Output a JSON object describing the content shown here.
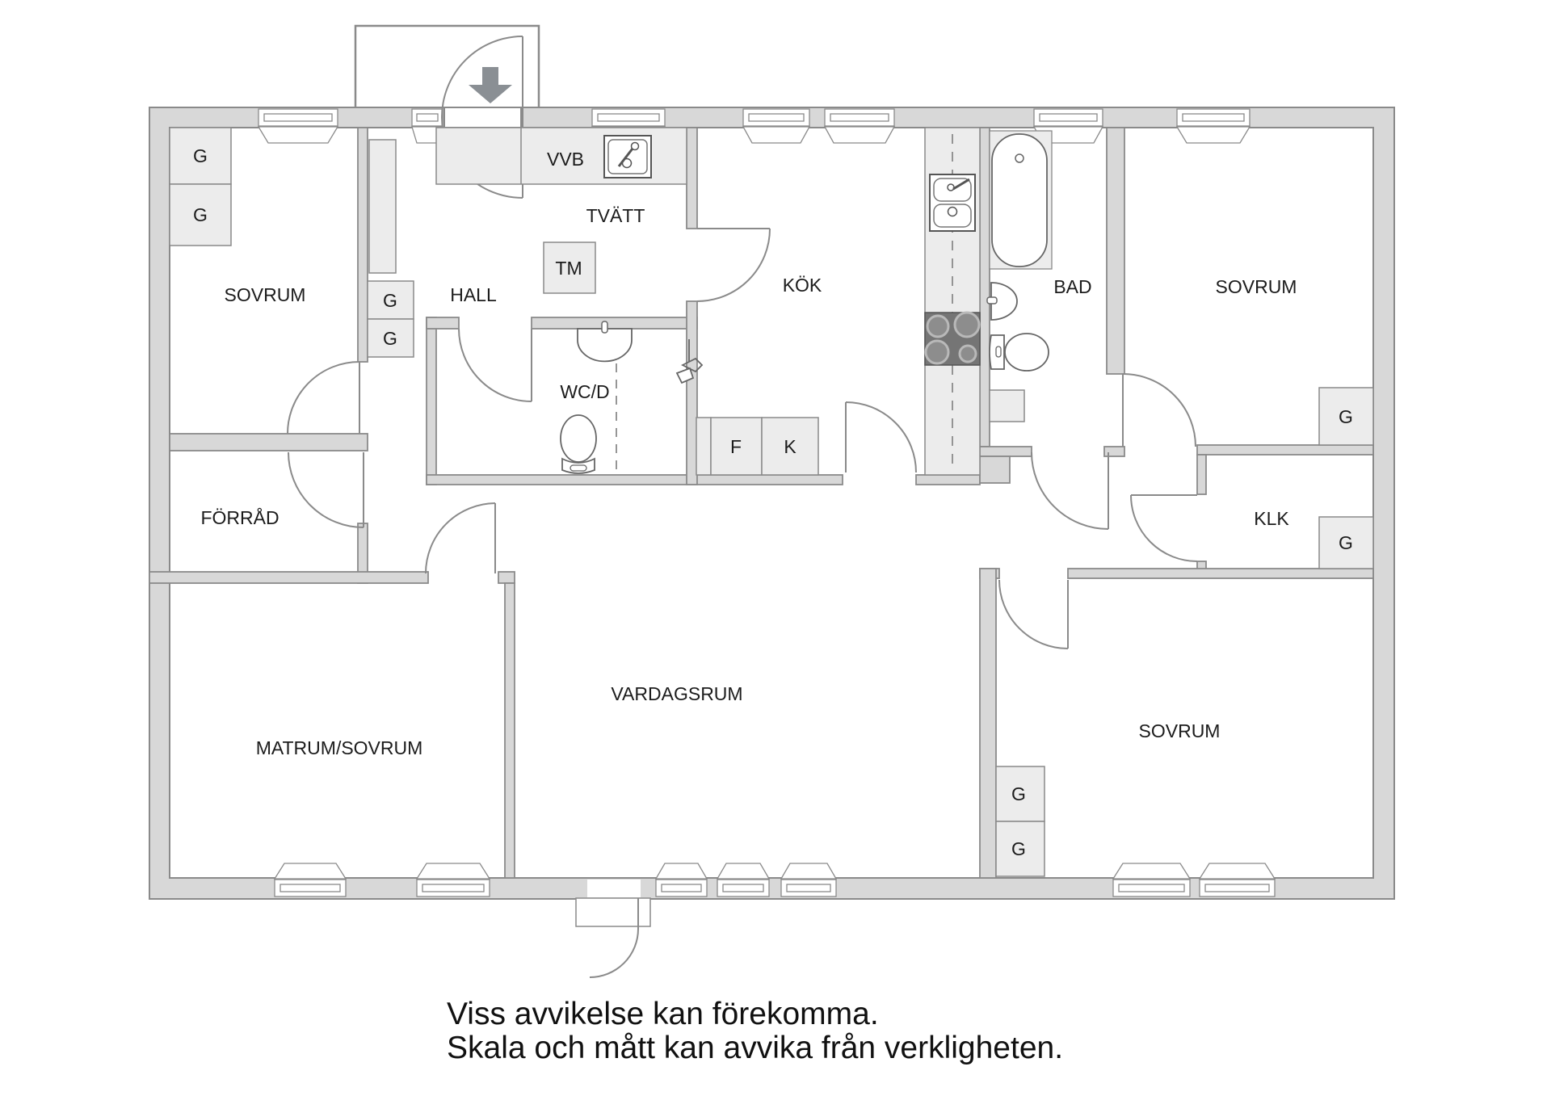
{
  "floorplan": {
    "rooms": {
      "sovrum_tl": {
        "label": "SOVRUM"
      },
      "hall": {
        "label": "HALL"
      },
      "tvatt": {
        "label": "TVÄTT"
      },
      "vvb": {
        "label": "VVB"
      },
      "wcd": {
        "label": "WC/D"
      },
      "kok": {
        "label": "KÖK"
      },
      "bad": {
        "label": "BAD"
      },
      "sovrum_tr": {
        "label": "SOVRUM"
      },
      "forrad": {
        "label": "FÖRRÅD"
      },
      "klk": {
        "label": "KLK"
      },
      "matrum": {
        "label": "MATRUM/SOVRUM"
      },
      "vardagsrum": {
        "label": "VARDAGSRUM"
      },
      "sovrum_br": {
        "label": "SOVRUM"
      }
    },
    "appliances": {
      "washing_machine": "TM",
      "freezer": "F",
      "fridge": "K"
    },
    "wardrobe_label": "G",
    "disclaimer": {
      "line1": "Viss avvikelse kan förekomma.",
      "line2": "Skala och mått kan avvika från verkligheten."
    },
    "colors": {
      "wall_fill": "#d8d8d8",
      "wall_stroke": "#8a8a8a",
      "closet_fill": "#ececec",
      "stove_fill": "#757575",
      "text": "#1c1c1c"
    }
  }
}
